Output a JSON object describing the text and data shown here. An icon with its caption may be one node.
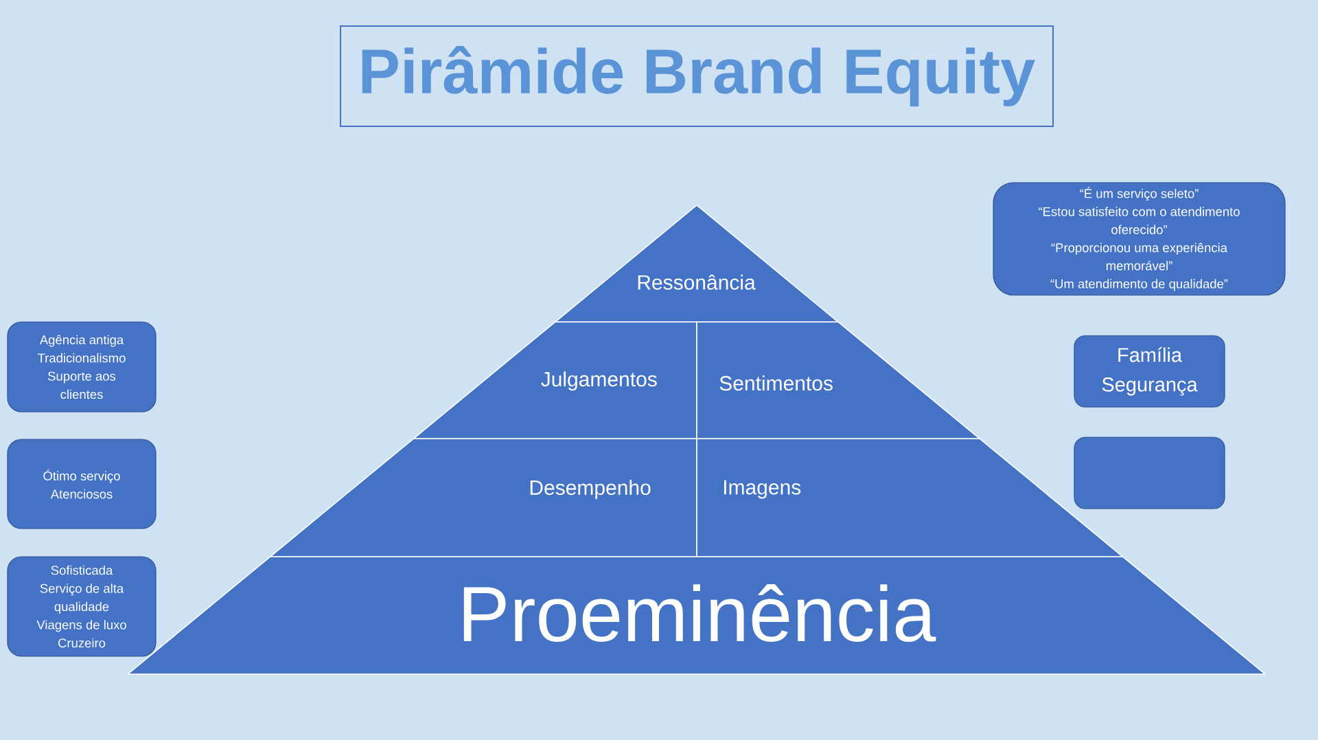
{
  "diagram": {
    "title": "Pirâmide Brand Equity",
    "nodes": [
      {
        "text": [
          "Ressonância"
        ]
      },
      {
        "text": [
          "Julgamentos"
        ]
      },
      {
        "text": [
          "Sentimentos"
        ]
      },
      {
        "text": [
          "Desempenho"
        ]
      },
      {
        "text": [
          "Imagens"
        ]
      },
      {
        "text": [
          "Proeminência"
        ]
      },
      {
        "text": [
          "Agência antiga",
          "Tradicionalismo",
          "Suporte aos clientes"
        ]
      },
      {
        "text": [
          "Ótimo serviço",
          "Atenciosos"
        ]
      },
      {
        "text": [
          "Sofisticada",
          "Serviço de alta qualidade",
          "Viagens de luxo",
          "Cruzeiro"
        ]
      },
      {
        "text": [
          "“É um serviço seleto”",
          "“Estou satisfeito com o atendimento oferecido”",
          "“Proporcionou uma experiência memorável”",
          "“Um atendimento de qualidade”"
        ]
      },
      {
        "text": [
          "Família",
          "Segurança"
        ]
      },
      {
        "text": [],
        "shape": "box"
      }
    ]
  }
}
